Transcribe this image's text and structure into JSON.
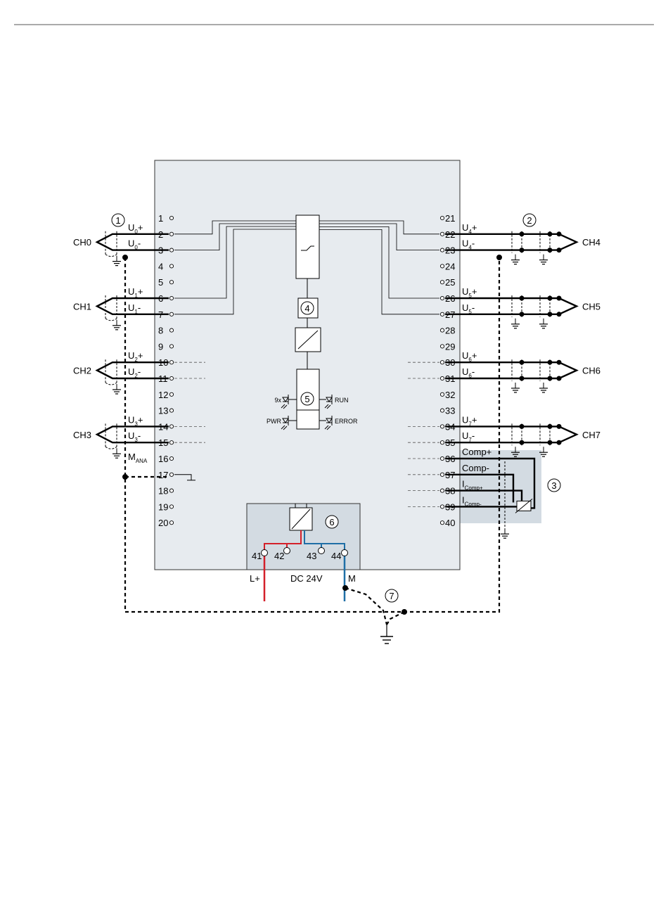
{
  "diagram": {
    "type": "wiring-diagram",
    "callouts": [
      "1",
      "2",
      "3",
      "4",
      "5",
      "6",
      "7"
    ],
    "left_terminals": [
      "1",
      "2",
      "3",
      "4",
      "5",
      "6",
      "7",
      "8",
      "9",
      "10",
      "11",
      "12",
      "13",
      "14",
      "15",
      "16",
      "17",
      "18",
      "19",
      "20"
    ],
    "right_terminals": [
      "21",
      "22",
      "23",
      "24",
      "25",
      "26",
      "27",
      "28",
      "29",
      "30",
      "31",
      "32",
      "33",
      "34",
      "35",
      "36",
      "37",
      "38",
      "39",
      "40"
    ],
    "power_terminals": [
      "41",
      "42",
      "43",
      "44"
    ],
    "channels_left": [
      "CH0",
      "CH1",
      "CH2",
      "CH3"
    ],
    "channels_right": [
      "CH4",
      "CH5",
      "CH6",
      "CH7"
    ],
    "signals_left": [
      {
        "main": "U",
        "sub": "0",
        "sign": "+"
      },
      {
        "main": "U",
        "sub": "0",
        "sign": "-"
      },
      {
        "main": "U",
        "sub": "1",
        "sign": "+"
      },
      {
        "main": "U",
        "sub": "1",
        "sign": "-"
      },
      {
        "main": "U",
        "sub": "2",
        "sign": "+"
      },
      {
        "main": "U",
        "sub": "2",
        "sign": "-"
      },
      {
        "main": "U",
        "sub": "3",
        "sign": "+"
      },
      {
        "main": "U",
        "sub": "3",
        "sign": "-"
      }
    ],
    "signals_right": [
      {
        "main": "U",
        "sub": "4",
        "sign": "+"
      },
      {
        "main": "U",
        "sub": "4",
        "sign": "-"
      },
      {
        "main": "U",
        "sub": "5",
        "sign": "+"
      },
      {
        "main": "U",
        "sub": "5",
        "sign": "-"
      },
      {
        "main": "U",
        "sub": "6",
        "sign": "+"
      },
      {
        "main": "U",
        "sub": "6",
        "sign": "-"
      },
      {
        "main": "U",
        "sub": "7",
        "sign": "+"
      },
      {
        "main": "U",
        "sub": "7",
        "sign": "-"
      }
    ],
    "comp_labels": [
      {
        "main": "Comp+",
        "sub": ""
      },
      {
        "main": "Comp-",
        "sub": ""
      },
      {
        "main": "I",
        "sub": "Comp+"
      },
      {
        "main": "I",
        "sub": "Comp-"
      }
    ],
    "m_ana": {
      "main": "M",
      "sub": "ANA"
    },
    "led_labels": [
      "9x",
      "RUN",
      "PWR",
      "ERROR"
    ],
    "power": {
      "l_plus": "L+",
      "voltage": "DC 24V",
      "m": "M"
    },
    "colors": {
      "panel": "#e7ebef",
      "panel_border": "#333333",
      "shade": "#d3dbe2",
      "supply_plus": "#d4202a",
      "supply_minus": "#1f6fa6",
      "wire": "#000000"
    }
  }
}
